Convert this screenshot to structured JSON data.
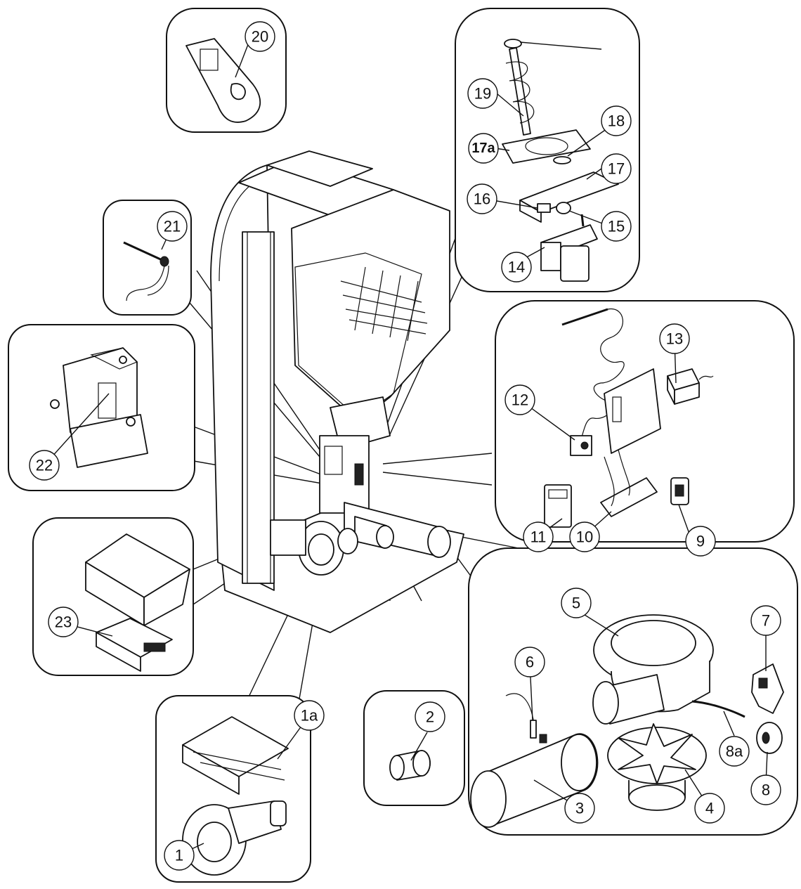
{
  "callouts": [
    {
      "id": "1",
      "label": "1"
    },
    {
      "id": "1a",
      "label": "1a"
    },
    {
      "id": "2",
      "label": "2"
    },
    {
      "id": "3",
      "label": "3"
    },
    {
      "id": "4",
      "label": "4"
    },
    {
      "id": "5",
      "label": "5"
    },
    {
      "id": "6",
      "label": "6"
    },
    {
      "id": "7",
      "label": "7"
    },
    {
      "id": "8",
      "label": "8"
    },
    {
      "id": "8a",
      "label": "8a"
    },
    {
      "id": "9",
      "label": "9"
    },
    {
      "id": "10",
      "label": "10"
    },
    {
      "id": "11",
      "label": "11"
    },
    {
      "id": "12",
      "label": "12"
    },
    {
      "id": "13",
      "label": "13"
    },
    {
      "id": "14",
      "label": "14"
    },
    {
      "id": "15",
      "label": "15"
    },
    {
      "id": "16",
      "label": "16"
    },
    {
      "id": "17",
      "label": "17"
    },
    {
      "id": "17a",
      "label": "17a"
    },
    {
      "id": "18",
      "label": "18"
    },
    {
      "id": "19",
      "label": "19"
    },
    {
      "id": "20",
      "label": "20"
    },
    {
      "id": "21",
      "label": "21"
    },
    {
      "id": "22",
      "label": "22"
    },
    {
      "id": "23",
      "label": "23"
    }
  ]
}
